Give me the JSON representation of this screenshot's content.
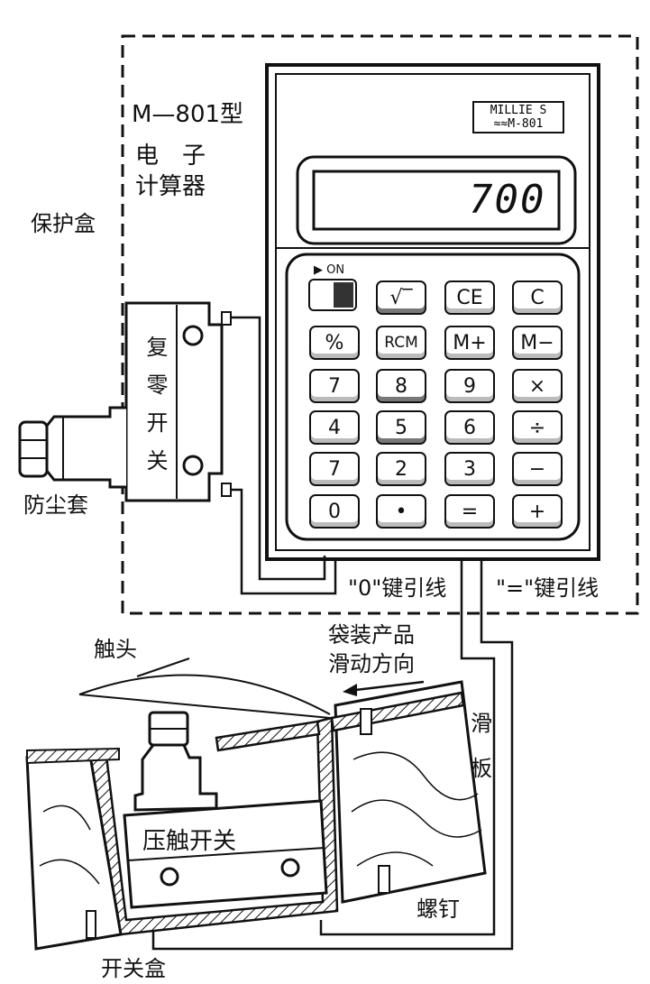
{
  "labels": {
    "model": "M—801型",
    "calc_line1": "电　子",
    "calc_line2": "计算器",
    "protect_box": "保护盒",
    "reset_switch": "复零开关",
    "dust_cover": "防尘套",
    "zero_wire": "\"0\"键引线",
    "equal_wire": "\"=\"键引线",
    "contact": "触头",
    "slide_dir_1": "袋装产品",
    "slide_dir_2": "滑动方向",
    "slide_plate_1": "滑",
    "slide_plate_2": "板",
    "press_switch": "压触开关",
    "screw": "螺钉",
    "switch_box": "开关盒"
  },
  "calculator": {
    "brand_1": "MILLIE S",
    "brand_2": "≈≈M-801",
    "display": "700",
    "on_label": "▶ ON",
    "keys": [
      [
        "√‾",
        "CE",
        "C"
      ],
      [
        "%",
        "RCM",
        "M+",
        "M−"
      ],
      [
        "7",
        "8",
        "9",
        "×"
      ],
      [
        "4",
        "5",
        "6",
        "÷"
      ],
      [
        "7",
        "2",
        "3",
        "−"
      ],
      [
        "0",
        "•",
        "=",
        "+"
      ]
    ]
  }
}
